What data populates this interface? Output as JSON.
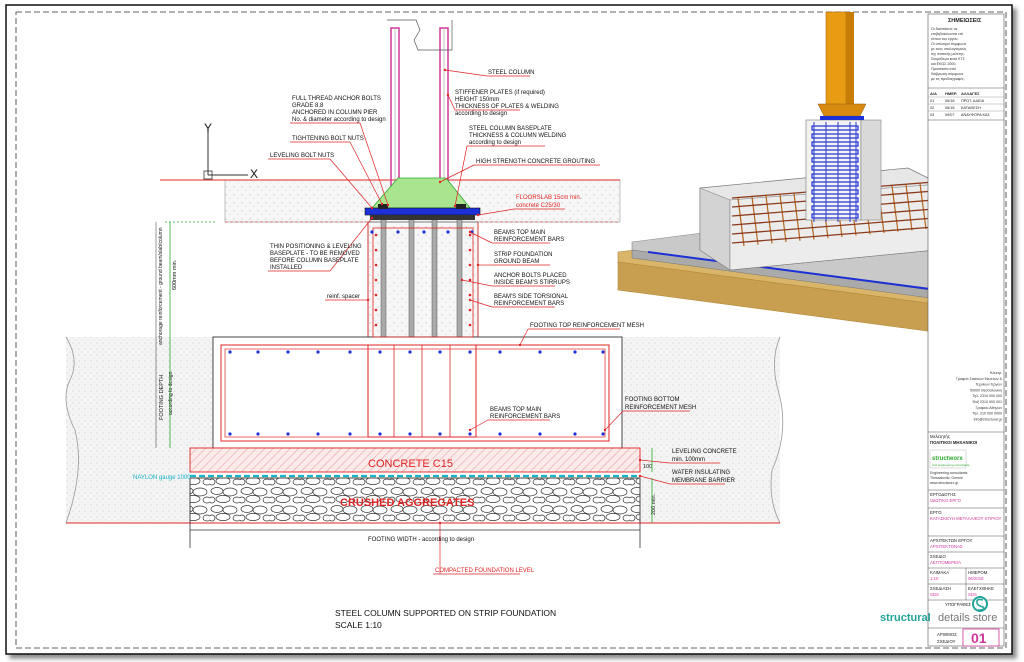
{
  "colors": {
    "red": "#e02424",
    "magenta": "#d0399a",
    "blue": "#1d2fd6",
    "green": "#2ea82e",
    "cyan": "#19b3c9",
    "hatch": "#e9bcbc",
    "soil": "#d9b56a",
    "steel": "#e89c14"
  },
  "annotations": {
    "steel_column": "STEEL COLUMN",
    "stiffener_1": "STIFFENER PLATES (if required)",
    "stiffener_2": "HEIGHT 150mm",
    "stiffener_3": "THICKNESS OF PLATES & WELDING",
    "stiffener_4": "according to design",
    "anchor_1": "FULL THREAD ANCHOR BOLTS",
    "anchor_2": "GRADE 8.8",
    "anchor_3": "ANCHORED IN COLUMN PIER",
    "anchor_4": "No. & diameter according to design",
    "baseplate_1": "STEEL COLUMN BASEPLATE",
    "baseplate_2": "THICKNESS & COLUMN WELDING",
    "baseplate_3": "according to design",
    "tightening": "TIGHTENING BOLT NUTS",
    "leveling_nuts": "LEVELING BOLT NUTS",
    "grouting": "HIGH STRENGTH CONCRETE GROUTING",
    "floorslab_1": "FLOORSLAB 15cm min.",
    "floorslab_2": "concrete C25/30",
    "beams_top_1": "BEAMS TOP MAIN",
    "beams_top_2": "REINFORCEMENT BARS",
    "strip_1": "STRIP FOUNDATION",
    "strip_2": "GROUND BEAM",
    "anchor_placed_1": "ANCHOR BOLTS PLACED",
    "anchor_placed_2": "INSIDE BEAM'S STIRRUPS",
    "torsional_1": "BEAM'S SIDE TORSIONAL",
    "torsional_2": "REINFORCEMENT BARS",
    "positioning_1": "THIN POSITIONING & LEVELING",
    "positioning_2": "BASEPLATE - TO BE REMOVED",
    "positioning_3": "BEFORE COLUMN BASEPLATE",
    "positioning_4": "INSTALLED",
    "reinf_spacer": "reinf. spacer",
    "footing_top_mesh": "FOOTING TOP REINFORCEMENT MESH",
    "footing_bottom_1": "FOOTING BOTTOM",
    "footing_bottom_2": "REINFORCEMENT MESH",
    "beams_mid_1": "BEAMS TOP MAIN",
    "beams_mid_2": "REINFORCEMENT BARS",
    "leveling_concrete_1": "LEVELING CONCRETE",
    "leveling_concrete_2": "min. 100mm",
    "water_1": "WATER INSULATING",
    "water_2": "MEMBRANE BARRIER",
    "nylon": "NAYLON gauge 1000",
    "concrete_c15": "CONCRETE C15",
    "crushed": "CRUSHED AGGREGATES",
    "footing_width": "FOOTING WIDTH - according to design",
    "compacted": "COMPACTED FOUNDATION LEVEL",
    "dim_600": "600mm min.",
    "dim_anchorage": "anchorage reinforcement - ground beam/slab/column",
    "dim_footing_depth": "FOOTING DEPTH",
    "dim_footing_depth_2": "according to design",
    "dim_100": "100",
    "dim_200": "200 min.",
    "axis_y": "Y",
    "axis_x": "X"
  },
  "drawing_title": {
    "line1": "STEEL COLUMN SUPPORTED ON STRIP FOUNDATION",
    "line2": "SCALE 1:10"
  },
  "title_block": {
    "notes_title": "ΣΗΜΕΙΩΣΕΙΣ",
    "notes_lines": [
      "Οι διαστάσεις να",
      "επιβεβαιώνονται επί",
      "τόπου του έργου.",
      "Οι οπλισμοί σύμφωνα",
      "με τους υπολογισμούς",
      "της στατικής μελέτης.",
      "Σκυρόδεμα κατά ΚΤΣ",
      "και ΕΚΩΣ 2000.",
      "Προστασία από",
      "διάβρωση σύμφωνα",
      "με τις προδιαγραφές."
    ],
    "rev_headers": [
      "A/A",
      "ΗΜΕΡ.",
      "ΑΛΛΑΓΕΣ"
    ],
    "rev_rows": [
      [
        "01",
        "06/18",
        "ΠΡΩΤ. ΑΔΕΙΑ"
      ],
      [
        "02",
        "06/18",
        "ΚΑΤΑΘΕΣΗ"
      ],
      [
        "03",
        "09/07",
        "ΑΝΑΥΦΟΡΑ ΚΑΣ"
      ]
    ],
    "company_lines": [
      "Ηλεκτρ.",
      "Γραφείο Στατικών Μελετών &",
      "Τεχνικών Έργων",
      "50000 Θεσσαλονίκη",
      "Τηλ. 2310 000 000",
      "Φαξ 2310 000 001",
      "Γραφείο Αθηνών",
      "Τηλ. 210 000 0000",
      "info@structural.gr"
    ],
    "engineers_title": "Μελετητής",
    "engineers_sub": "ΠΟΛΙΤΙΚΟΙ ΜΗΧΑΝΙΚΟΙ",
    "logo_text": "structworx",
    "logo_sub": "civil engineering consultants",
    "logo_lines": [
      "Engineering consultants",
      "Thessaloniki, Greece",
      "www.structworx.gr"
    ],
    "owner_label": "ΕΡΓΟΔΟΤΗΣ",
    "owner_value": "ΙΔΙΩΤΙΚΟ ΕΡΓΟ",
    "project_label": "ΕΡΓΟ",
    "project_value": "ΚΑΤΑΣΚΕΥΗ ΜΕΤΑΛΛΙΚΟΥ ΚΤΙΡΙΟΥ",
    "site_label": "ΑΡΧΙΤΕΚΤΩΝ ΕΡΓΟΥ",
    "site_value": "ΑΡΧΙΤΕΚΤΟΝΑΣ",
    "drawing_label": "ΣΧΕΔΙΟ",
    "drawing_value": "ΛΕΠΤΟΜΕΡΕΙΑ",
    "scale_label": "ΚΛΙΜΑΚΑ",
    "scale_value": "1:10",
    "date_label": "ΗΜΕΡΟΜ.",
    "date_value": "06/2018",
    "drawn_label": "ΣΧΕΔΙΑΣΗ",
    "drawn_value": "SDS",
    "checked_label": "ΕΛΕΓΧΘΗΚΕ",
    "checked_value": "SDS",
    "sign_label": "ΥΠΟΓΡΑΦΕΣ",
    "sds_brand_1": "structural",
    "sds_brand_2": "details store",
    "sheet_label_1": "ΑΡΙΘΜΟΣ",
    "sheet_label_2": "ΣΧΕΔΙΟΥ",
    "sheet_number": "01"
  }
}
